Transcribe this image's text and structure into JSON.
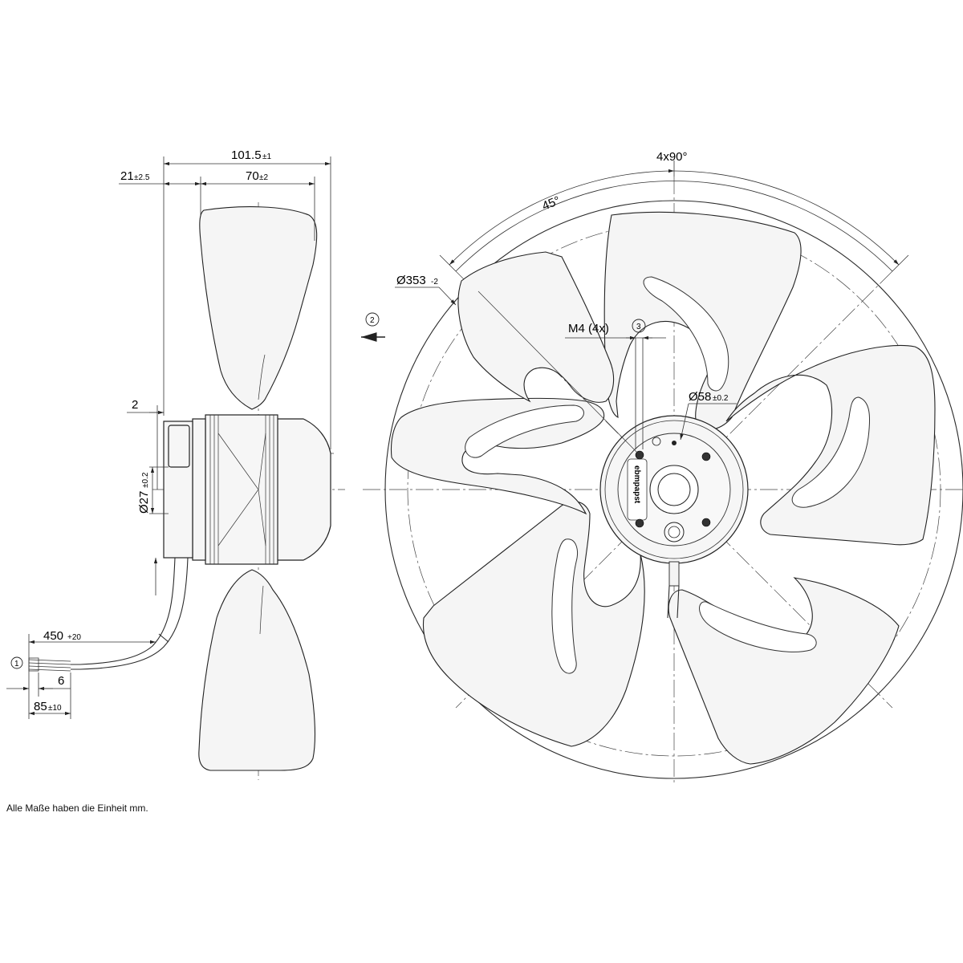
{
  "side_view": {
    "dim_total_length": "101.5",
    "dim_total_length_tol": "±1",
    "dim_blade_offset": "21",
    "dim_blade_offset_tol": "±2.5",
    "dim_blade_width": "70",
    "dim_blade_width_tol": "±2",
    "dim_flange": "2",
    "dim_shaft_dia": "Ø27",
    "dim_shaft_dia_tol": "±0.2",
    "dim_cable_length": "450",
    "dim_cable_length_tol": "+20",
    "dim_strip": "6",
    "dim_wire_length": "85",
    "dim_wire_length_tol": "±10",
    "marker_cable": "1",
    "marker_airflow": "2"
  },
  "front_view": {
    "dim_pitch": "4x90°",
    "dim_angle": "45°",
    "dim_fan_dia": "Ø353",
    "dim_fan_dia_tol": "-2",
    "dim_thread": "M4 (4x)",
    "marker_thread": "3",
    "dim_hub_dia": "Ø58",
    "dim_hub_dia_tol": "±0.2",
    "hub_brand": "ebmpapst"
  },
  "footnote": "Alle Maße haben die Einheit mm."
}
